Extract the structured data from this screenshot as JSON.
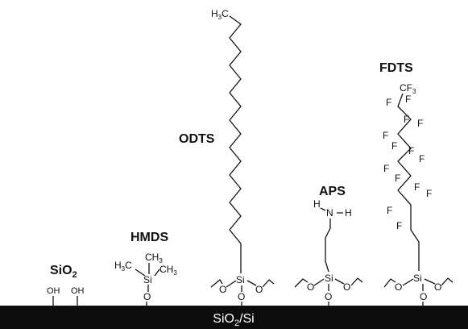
{
  "substrate": {
    "label_main": "SiO",
    "label_sub": "2",
    "label_tail": "/Si",
    "color": "#0d0d0d"
  },
  "bare": {
    "title_main": "SiO",
    "title_sub": "2",
    "groups": [
      "OH",
      "OH"
    ]
  },
  "hmds": {
    "title": "HMDS",
    "si": "Si",
    "o": "O",
    "h3c": "H",
    "c_main": "C",
    "ch3_c": "CH",
    "three": "3"
  },
  "odts": {
    "title": "ODTS",
    "si": "Si",
    "o": "O",
    "h3c": "H",
    "c_main": "C",
    "three": "3"
  },
  "aps": {
    "title": "APS",
    "si": "Si",
    "o": "O",
    "n": "N",
    "h": "H"
  },
  "fdts": {
    "title": "FDTS",
    "si": "Si",
    "o": "O",
    "f": "F",
    "cf3_c": "CF",
    "three": "3"
  }
}
